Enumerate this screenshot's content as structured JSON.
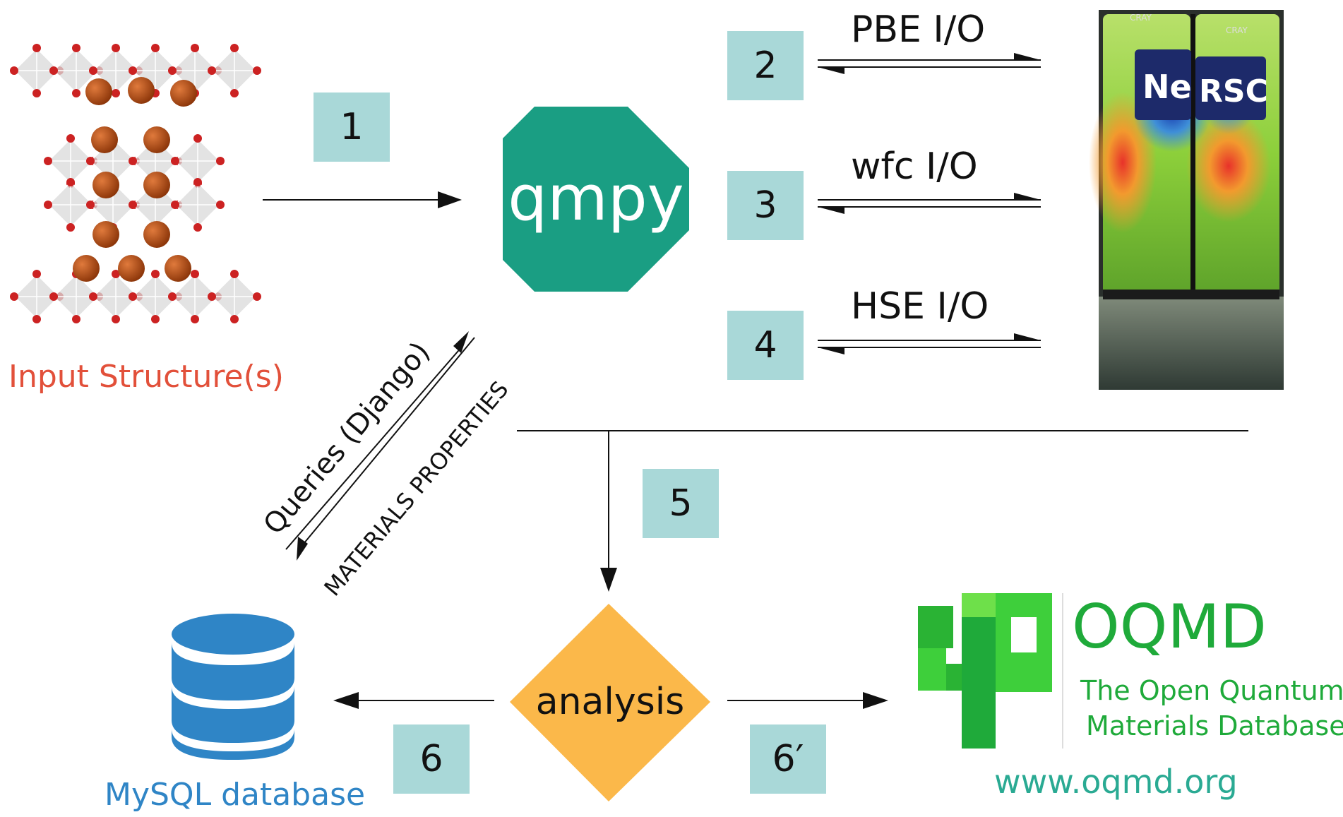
{
  "colors": {
    "step_box": "#a9d8d8",
    "qmpy": "#1a9e83",
    "analysis": "#fbb84a",
    "database": "#2f85c6",
    "input_label": "#e2503a",
    "database_label": "#2f85c6",
    "oqmd_green": "#1faa3a",
    "oqmd_logo_green": "#3ecf3b",
    "oqmd_url": "#2aaa93",
    "atom_red": "#cc2222",
    "atom_brown": "#b04a14",
    "line": "#111111"
  },
  "steps": [
    "1",
    "2",
    "3",
    "4",
    "5",
    "6",
    "6′"
  ],
  "io_labels": {
    "pbe": "PBE I/O",
    "wfc": "wfc I/O",
    "hse": "HSE I/O"
  },
  "qmpy_label": "qmpy",
  "analysis_label": "analysis",
  "input_label": "Input Structure(s)",
  "database_label": "MySQL database",
  "queries_label": "Queries (Django)",
  "properties_label": "MATERIALS PROPERTIES",
  "nersc": {
    "brand": "CRAY",
    "left_text": "Ne",
    "right_text": "RSC"
  },
  "oqmd": {
    "title": "OQMD",
    "subtitle_line1": "The Open Quantum",
    "subtitle_line2": "Materials Database",
    "url": "www.oqmd.org"
  },
  "icons": {
    "crystal": "crystal-structure-icon",
    "database": "database-icon",
    "supercomputer": "supercomputer-image",
    "oqmd_logo": "oqmd-logo-icon"
  }
}
